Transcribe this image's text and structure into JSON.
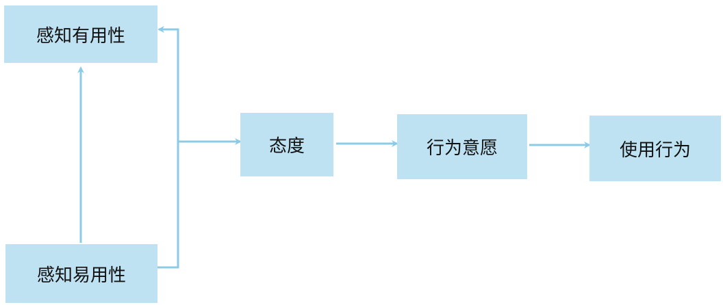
{
  "nodes": {
    "perceived_usefulness": "感知有用性",
    "perceived_ease_of_use": "感知易用性",
    "attitude": "态度",
    "behavioral_intention": "行为意愿",
    "usage_behavior": "使用行为"
  },
  "colors": {
    "box": "#bfe2f3",
    "arrow": "#8ccbe6"
  }
}
